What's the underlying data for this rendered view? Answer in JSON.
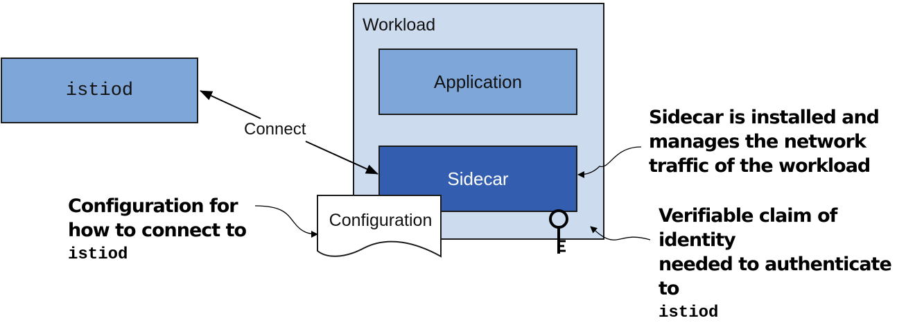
{
  "diagram": {
    "istiod": {
      "label": "istiod"
    },
    "workload": {
      "label": "Workload",
      "application": {
        "label": "Application"
      },
      "sidecar": {
        "label": "Sidecar"
      }
    },
    "connect_label": "Connect",
    "configuration": {
      "label": "Configuration"
    },
    "key_icon": "key-icon",
    "annotations": {
      "configuration": {
        "line1": "Configuration for",
        "line2": "how to connect to",
        "line3": "istiod"
      },
      "sidecar": {
        "line1": "Sidecar is installed and",
        "line2": "manages the network",
        "line3": "traffic of the workload"
      },
      "identity": {
        "line1": "Verifiable claim of identity",
        "line2": "needed to authenticate to",
        "line3": "istiod"
      }
    },
    "colors": {
      "istiod_fill": "#7ea6d8",
      "workload_fill": "#ccdcee",
      "application_fill": "#7ea6d8",
      "sidecar_fill": "#335eaf",
      "configuration_fill": "#ffffff"
    }
  }
}
